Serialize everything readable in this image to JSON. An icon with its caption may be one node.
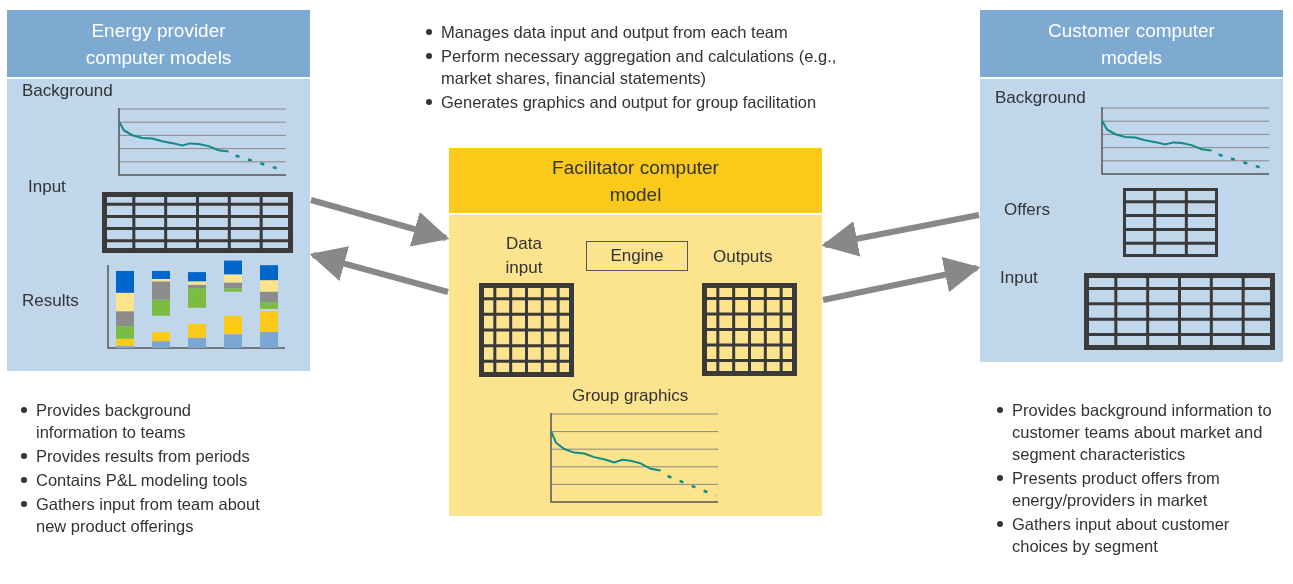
{
  "diagram": {
    "nodes": [
      {
        "text": [
          "Energy provider computer models"
        ],
        "beside": [
          "Provides background information to teams",
          "Provides results from periods",
          "Contains P&L modeling tools",
          "Gathers input from team about new product offerings"
        ]
      },
      {
        "text": [
          "Facilitator computer model"
        ],
        "beside": [
          "Manages data input and output from each team",
          "Perform necessary aggregation and calculations (e.g., market shares, financial statements)",
          "Generates graphics and output for group facilitation"
        ]
      },
      {
        "text": [
          "Engine"
        ],
        "in": 1
      },
      {
        "text": [
          "Customer computer models"
        ],
        "beside": [
          "Provides background information to customer teams about market and segment characteristics",
          "Presents product offers from energy/providers in market",
          "Gathers input about customer choices by segment"
        ]
      }
    ],
    "edges": [
      {
        "from": 0,
        "to": 1,
        "arrow": "to"
      },
      {
        "from": 1,
        "to": 0,
        "arrow": "to"
      },
      {
        "from": 3,
        "to": 1,
        "arrow": "to"
      },
      {
        "from": 1,
        "to": 3,
        "arrow": "to"
      }
    ],
    "labels": [
      "Background",
      "Input",
      "Results",
      "Data input",
      "Outputs",
      "Group graphics",
      "Background",
      "Offers",
      "Input"
    ]
  }
}
